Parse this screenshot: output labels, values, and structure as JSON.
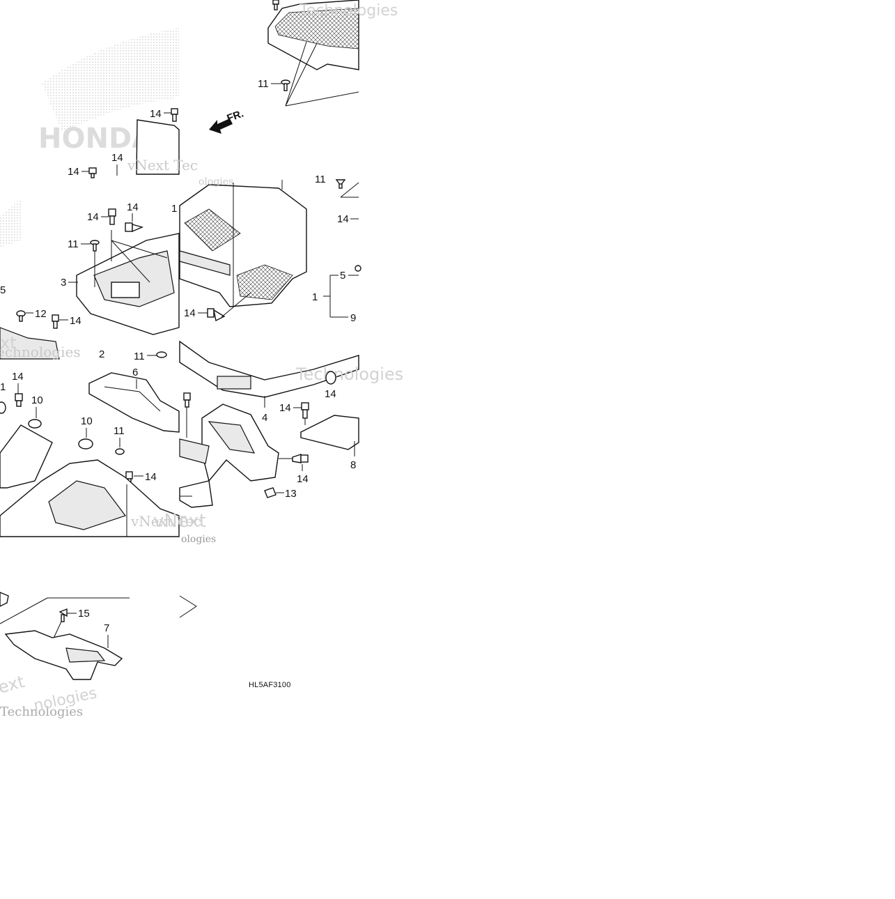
{
  "diagram": {
    "code": "HL5AF3100",
    "direction_label": "FR.",
    "callouts": {
      "c1": "1",
      "c2": "2",
      "c3": "3",
      "c4": "4",
      "c5": "5",
      "c6": "6",
      "c7": "7",
      "c8": "8",
      "c9": "9",
      "c10": "10",
      "c11": "11",
      "c12": "12",
      "c13": "13",
      "c14": "14",
      "c15": "15"
    },
    "watermarks": {
      "vnext_tec": "vNext Tec",
      "technologies": "Technologies",
      "vnext": "vNext",
      "ologies": "ologies",
      "echnologies": "echnologies",
      "ext": "ext",
      "honda": "HONDA"
    }
  }
}
